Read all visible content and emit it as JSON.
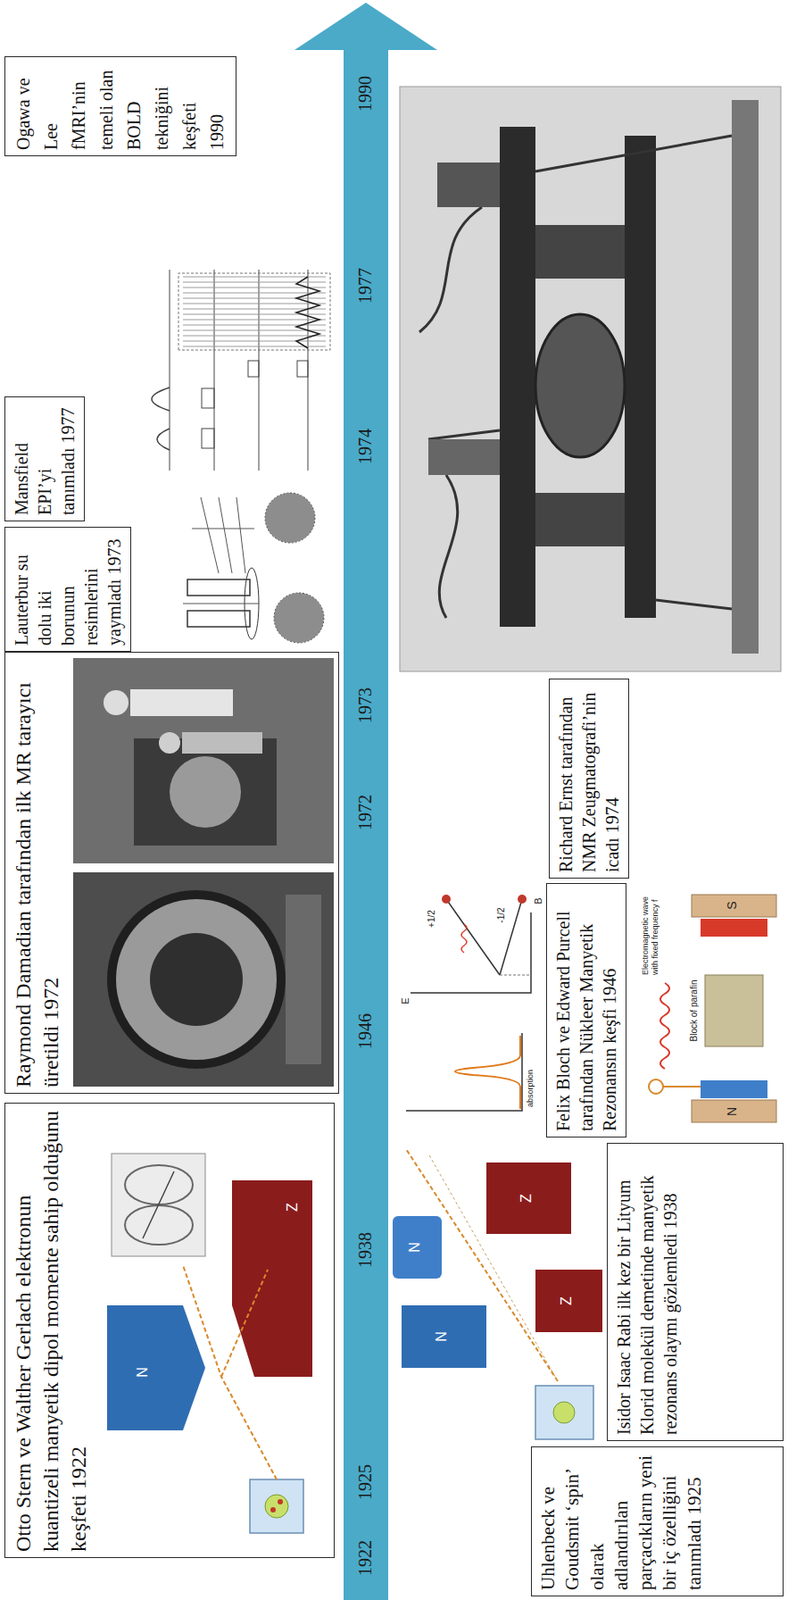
{
  "diagram": {
    "nodes": [
      {
        "text": [
          "Otto Stern ve Walther Gerlach elektronun kuantizeli manyetik dipol momente sahip olduğunu keşfeti 1922"
        ]
      },
      {
        "text": [
          "Uhlenbeck ve Goudsmit ‘spin’ olarak adlandırılan parçacıkların yeni bir iç özelliğini tanımladı 1925"
        ]
      },
      {
        "text": [
          "Isidor Isaac Rabi ilk kez bir Lityum Klorid molekül demetinde manyetik rezonans olaymı gözlemledi 1938"
        ]
      },
      {
        "text": [
          "Felix Bloch ve Edward Purcell tarafından Nükleer Manyetik Rezonansın keşfi 1946"
        ]
      },
      {
        "text": [
          "Raymond Damadian tarafından ilk MR tarayıcı üretildi 1972"
        ]
      },
      {
        "text": [
          "Lauterbur su dolu iki borunun resimlerini yaymladı 1973"
        ]
      },
      {
        "text": [
          "Richard Ernst tarafından NMR Zeugmatografi’nin icadı 1974"
        ]
      },
      {
        "text": [
          "Mansfield EPI’yi tanımladı 1977"
        ]
      },
      {
        "text": [
          "Ogawa ve Lee fMRI’nin temeli olan BOLD tekniğini keşfeti 1990"
        ]
      }
    ],
    "labels": [
      "1922",
      "1925",
      "1938",
      "1946",
      "1972",
      "1973",
      "1974",
      "1977",
      "1990",
      "N",
      "Z",
      "N",
      "N",
      "Z",
      "Z",
      "N",
      "S",
      "Block of parafin",
      "Electromagnetic wave with fixed frequency f",
      "E",
      "B",
      "absorption",
      "+1/2",
      "-1/2"
    ]
  }
}
